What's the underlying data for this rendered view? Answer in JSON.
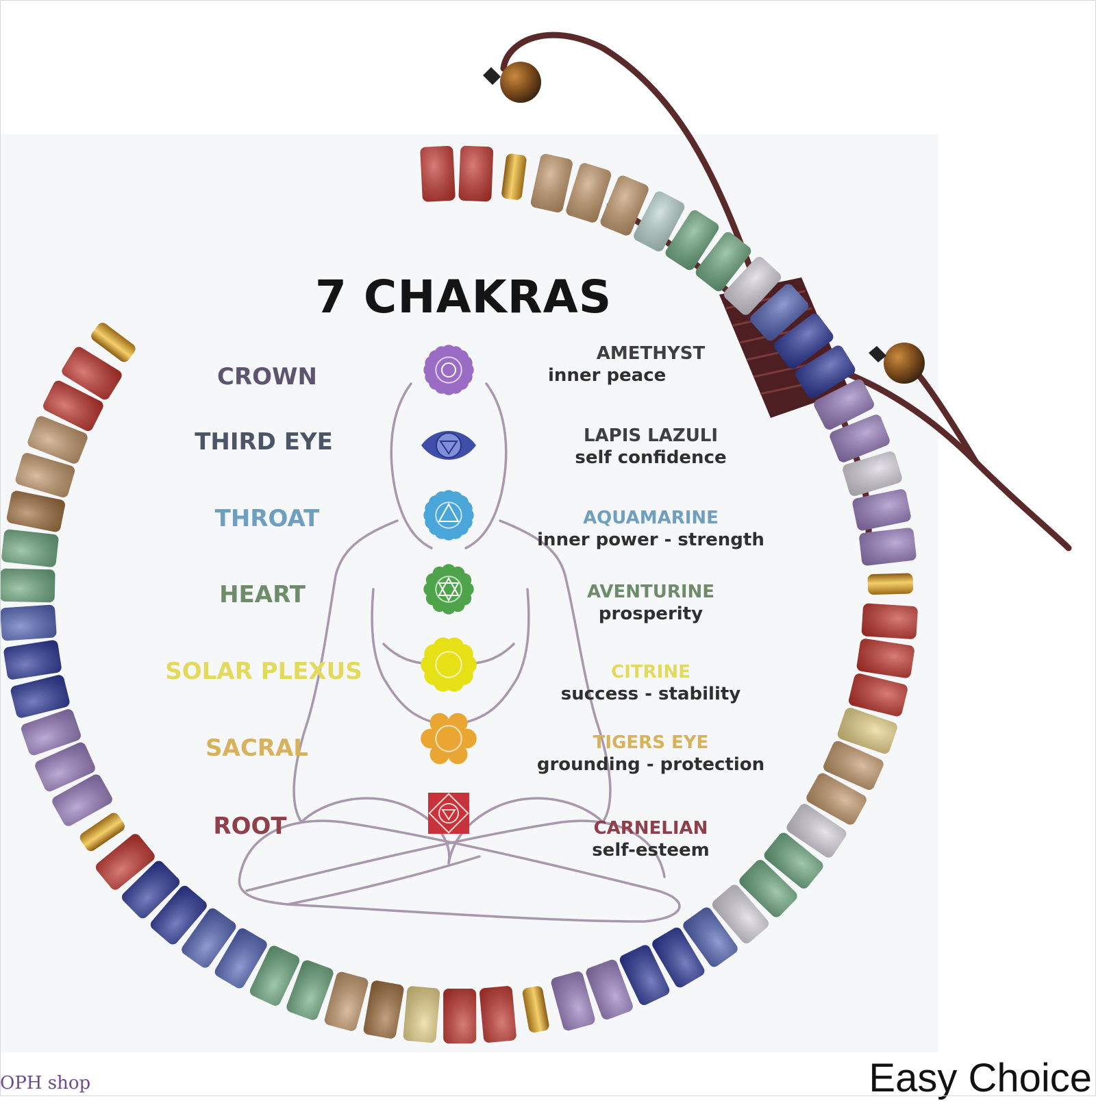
{
  "title": "7 CHAKRAS",
  "chakras": [
    {
      "name": "CROWN",
      "stone": "AMETHYST",
      "property": "inner peace",
      "color": "#5d5570",
      "stone_color": "#3f3f3f",
      "symbol_color": "#9b6cc4",
      "symbol": "lotus-crown"
    },
    {
      "name": "THIRD EYE",
      "stone": "LAPIS LAZULI",
      "property": "self confidence",
      "color": "#4c5566",
      "stone_color": "#3f3f3f",
      "symbol_color": "#3f4fa8",
      "symbol": "eye-lotus"
    },
    {
      "name": "THROAT",
      "stone": "AQUAMARINE",
      "property": "inner power - strength",
      "color": "#6f9fbf",
      "stone_color": "#6f9fbf",
      "symbol_color": "#4aa6d8",
      "symbol": "throat-lotus"
    },
    {
      "name": "HEART",
      "stone": "AVENTURINE",
      "property": "prosperity",
      "color": "#6f8c6a",
      "stone_color": "#6f8c6a",
      "symbol_color": "#4fa34a",
      "symbol": "heart-lotus"
    },
    {
      "name": "SOLAR PLEXUS",
      "stone": "CITRINE",
      "property": "success - stability",
      "color": "#e3d95c",
      "stone_color": "#e3d95c",
      "symbol_color": "#e6e016",
      "symbol": "sun-lotus"
    },
    {
      "name": "SACRAL",
      "stone": "TIGERS EYE",
      "property": "grounding - protection",
      "color": "#d8b25b",
      "stone_color": "#d8b25b",
      "symbol_color": "#eaa633",
      "symbol": "sacral-lotus"
    },
    {
      "name": "ROOT",
      "stone": "CARNELIAN",
      "property": "self-esteem",
      "color": "#8e3f49",
      "stone_color": "#8e3f49",
      "symbol_color": "#c8323a",
      "symbol": "root-square"
    }
  ],
  "watermark_left": "OPH shop",
  "watermark_right": "Easy Choice"
}
